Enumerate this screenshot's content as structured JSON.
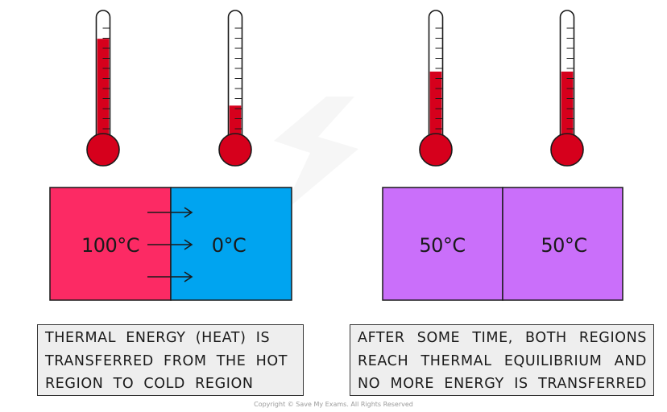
{
  "colors": {
    "hot_region": "#fc2a64",
    "cold_region": "#00a4f0",
    "equilibrium_region": "#ca6ffa",
    "mercury": "#d6001c",
    "caption_background": "#eeeeee",
    "outline": "#1a1a1a"
  },
  "thermometers": [
    {
      "name": "hot-thermometer",
      "level": 0.82
    },
    {
      "name": "cold-thermometer",
      "level": 0.27
    },
    {
      "name": "equilibrium-thermometer-left",
      "level": 0.55
    },
    {
      "name": "equilibrium-thermometer-right",
      "level": 0.55
    }
  ],
  "before": {
    "hot_label": "100°C",
    "cold_label": "0°C",
    "arrow_count": 3
  },
  "after": {
    "left_label": "50°C",
    "right_label": "50°C"
  },
  "captions": {
    "left_lines": [
      "THERMAL ENERGY (HEAT) IS",
      "TRANSFERRED FROM THE HOT",
      "REGION TO COLD REGION"
    ],
    "right_lines": [
      "AFTER SOME TIME, BOTH REGIONS",
      "REACH THERMAL EQUILIBRIUM AND",
      "NO MORE ENERGY IS TRANSFERRED"
    ]
  },
  "copyright": "Copyright © Save My Exams. All Rights Reserved"
}
